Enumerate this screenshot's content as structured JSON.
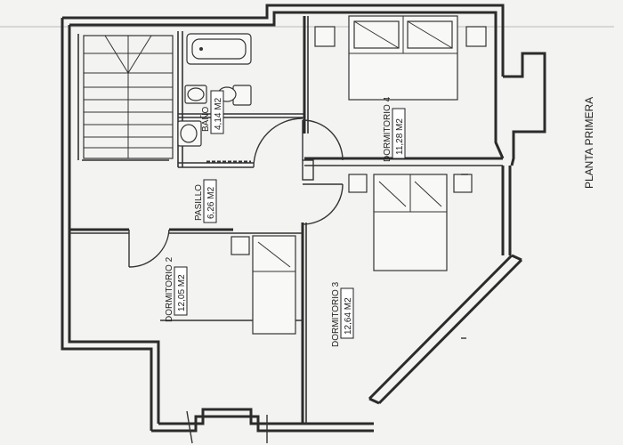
{
  "sheet_title": "PLANTA PRIMERA",
  "rooms": [
    {
      "id": "bano",
      "name": "BAÑO",
      "area": "4,14 M2"
    },
    {
      "id": "pasillo",
      "name": "PASILLO",
      "area": "6,26 M2"
    },
    {
      "id": "dormitorio2",
      "name": "DORMITORIO 2",
      "area": "12,05 M2"
    },
    {
      "id": "dormitorio3",
      "name": "DORMITORIO 3",
      "area": "12,64 M2"
    },
    {
      "id": "dormitorio4",
      "name": "DORMITORIO 4",
      "area": "11,28 M2"
    }
  ]
}
